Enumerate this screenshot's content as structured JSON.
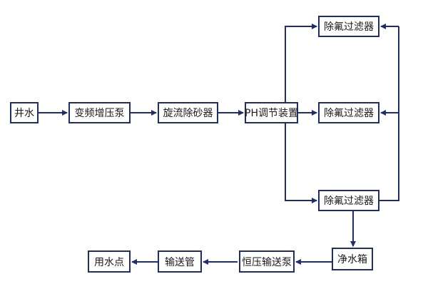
{
  "nodes": {
    "well_water": "井水",
    "booster_pump": "变频增压泵",
    "sand_separator": "旋流除砂器",
    "ph_adjuster": "PH调节装置",
    "defluor_filter_1": "除氟过滤器",
    "defluor_filter_2": "除氟过滤器",
    "defluor_filter_3": "除氟过滤器",
    "clean_tank": "净水箱",
    "constant_pump": "恒压输送泵",
    "delivery_pipe": "输送管",
    "use_point": "用水点"
  },
  "colors": {
    "line": "#1f2d6b",
    "box_border": "#1f2d6b",
    "text": "#1a1a1a"
  }
}
